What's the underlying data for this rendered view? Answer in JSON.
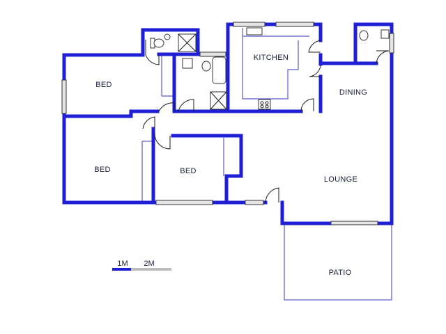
{
  "rooms": {
    "bed_1": "BED",
    "bed_2": "BED",
    "bed_3": "BED",
    "kitchen": "KITCHEN",
    "dining": "DINING",
    "lounge": "LOUNGE",
    "patio": "PATIO"
  },
  "scale": {
    "label_1": "1M",
    "label_2": "2M"
  },
  "colors": {
    "wall": "#1f1fd6",
    "scale_bar_primary": "#1f1fd6",
    "scale_bar_secondary": "#bdbdbd"
  }
}
